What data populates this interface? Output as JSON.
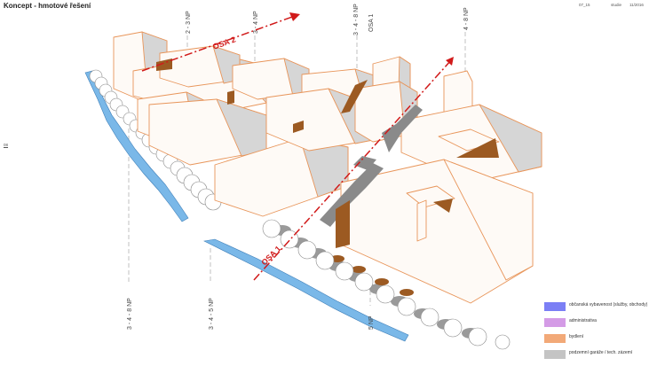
{
  "header": {
    "title": "Koncept - hmotové řešení",
    "sheet_code": "07_15",
    "phase": "studie",
    "date": "11/2016"
  },
  "side_code": "08",
  "axes": {
    "osa1": "OSA 1",
    "osa2": "OSA 2",
    "osa1_vertical": "OSA 1"
  },
  "floor_labels": {
    "top_a": "2 - 3 NP",
    "top_b": "3 - 4 NP",
    "top_c": "3 - 4 - 8 NP",
    "top_d": "4 - 8 NP",
    "bottom_a": "3 - 4 - 8 NP",
    "bottom_b": "3 - 4 - 5 NP",
    "bottom_c": "5 NP"
  },
  "legend": [
    {
      "label": "občanská vybavenost (služby, obchody)",
      "color": "#7b7ff5"
    },
    {
      "label": "administrativa",
      "color": "#d49be6"
    },
    {
      "label": "bydlení",
      "color": "#f2a978"
    },
    {
      "label": "podzemní garáže / tech. zázemí",
      "color": "#c4c4c4"
    }
  ],
  "colors": {
    "building_outline": "#e8955a",
    "building_fill": "#fefaf6",
    "shadow": "#d6d6d6",
    "brown": "#9c5a22",
    "water": "#7ab8e8",
    "axis": "#d11a1a"
  }
}
